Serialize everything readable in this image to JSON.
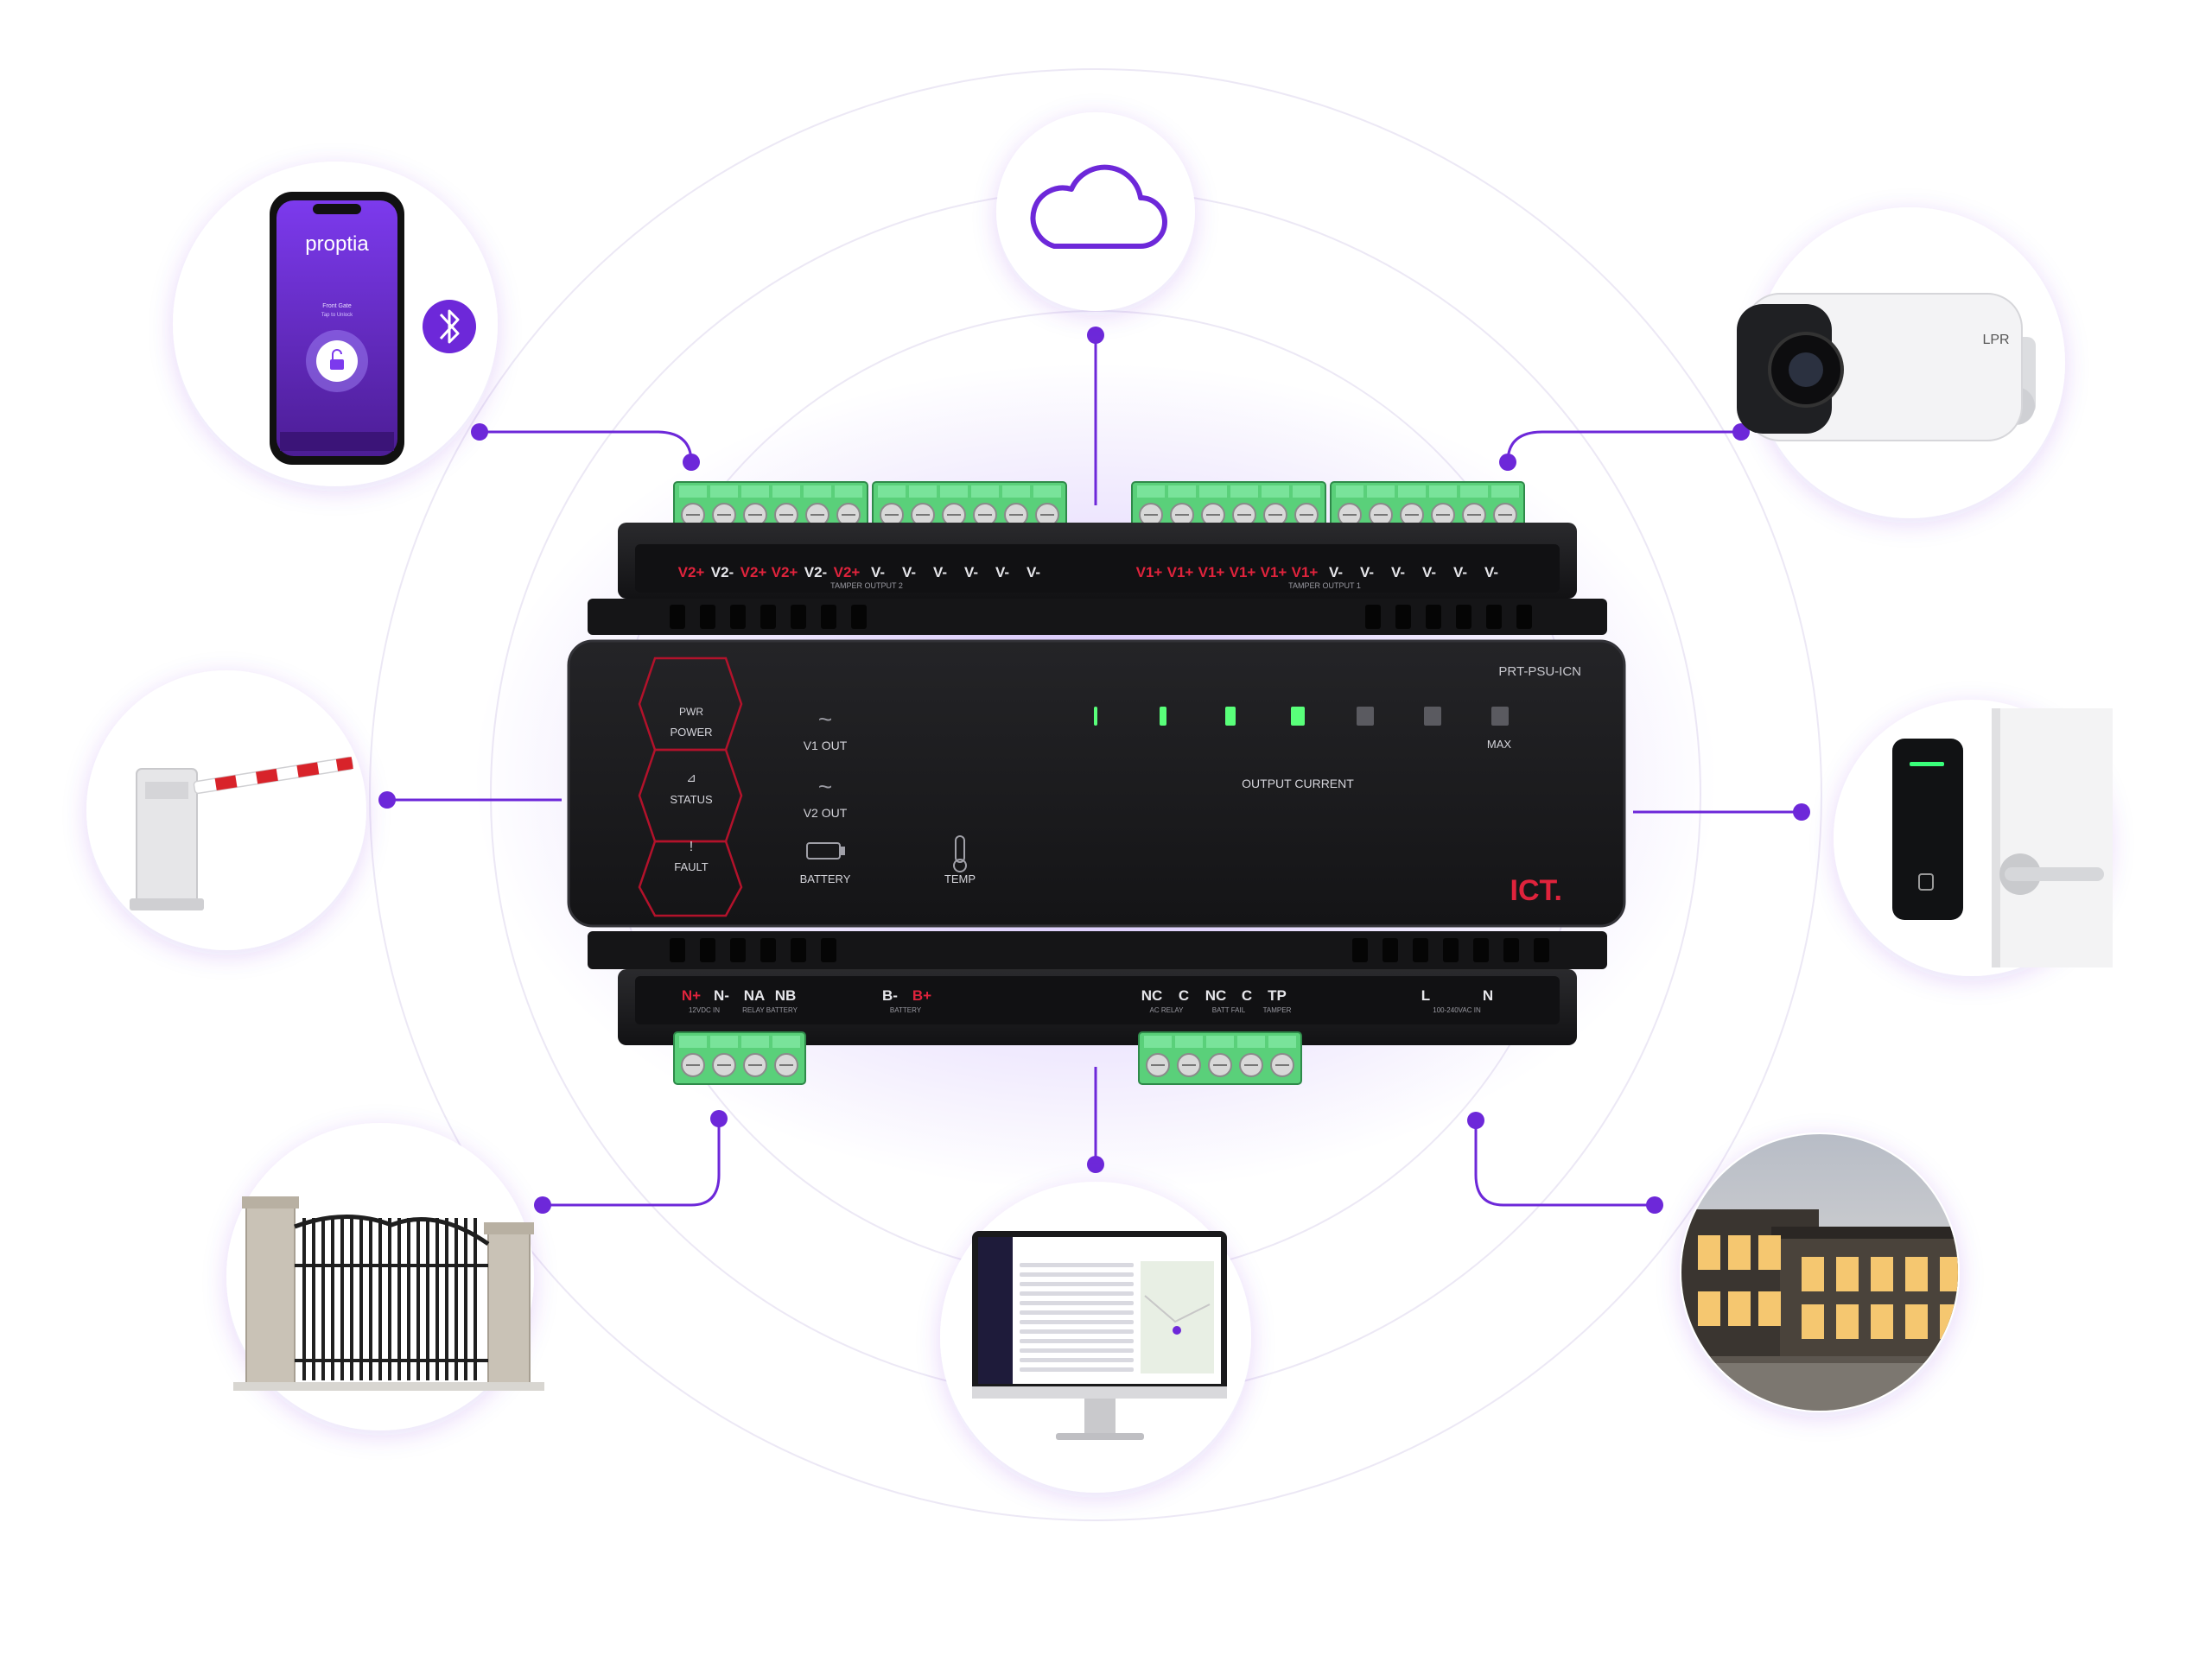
{
  "colors": {
    "accent": "#7c3aed",
    "connector": "#6d28d9",
    "device_body": "#1b1b1d",
    "terminal_green": "#5ad07a",
    "label_red": "#e0233c",
    "led_green": "#59ff7a"
  },
  "device": {
    "model": "PRT-PSU-ICN",
    "brand": "ICT.",
    "top_left": {
      "terminals": [
        "V2+",
        "V2-",
        "V2+",
        "V2+",
        "V2-",
        "V2+",
        "V-",
        "V-",
        "V-",
        "V-",
        "V-",
        "V-"
      ],
      "caption": "TAMPER OUTPUT 2"
    },
    "top_right": {
      "terminals": [
        "V1+",
        "V1+",
        "V1+",
        "V1+",
        "V1+",
        "V1+",
        "V-",
        "V-",
        "V-",
        "V-",
        "V-",
        "V-"
      ],
      "caption": "TAMPER OUTPUT 1"
    },
    "indicators": {
      "pwr": "PWR",
      "power": "POWER",
      "status": "STATUS",
      "fault": "FAULT",
      "v1_out": "V1 OUT",
      "v2_out": "V2 OUT",
      "battery": "BATTERY",
      "temp": "TEMP",
      "max": "MAX",
      "output_current": "OUTPUT CURRENT",
      "current_level": 4,
      "current_segments": 7
    },
    "bottom": {
      "n_plus": "N+",
      "n_minus": "N-",
      "na": "NA",
      "nb": "NB",
      "cap_12vdc": "12VDC IN",
      "cap_relay_battery": "RELAY BATTERY",
      "b_minus": "B-",
      "b_plus": "B+",
      "cap_battery": "BATTERY",
      "nc1": "NC",
      "c1": "C",
      "nc2": "NC",
      "c2": "C",
      "tp": "TP",
      "cap_ac_relay": "AC RELAY",
      "cap_batt_fail": "BATT FAIL",
      "cap_tamper": "TAMPER",
      "l": "L",
      "n": "N",
      "cap_ac_in": "100-240VAC IN"
    }
  },
  "phone": {
    "app_name": "proptia",
    "door_name": "Front Gate",
    "door_hint": "Tap to Unlock"
  },
  "camera": {
    "label": "LPR"
  },
  "nodes": [
    {
      "id": "phone",
      "icon": "smartphone-app-icon"
    },
    {
      "id": "cloud",
      "icon": "cloud-icon"
    },
    {
      "id": "camera",
      "icon": "lpr-camera-icon"
    },
    {
      "id": "barrier",
      "icon": "boom-barrier-icon"
    },
    {
      "id": "reader",
      "icon": "card-reader-icon"
    },
    {
      "id": "gate",
      "icon": "gate-icon"
    },
    {
      "id": "monitor",
      "icon": "monitor-icon"
    },
    {
      "id": "building",
      "icon": "building-icon"
    }
  ]
}
